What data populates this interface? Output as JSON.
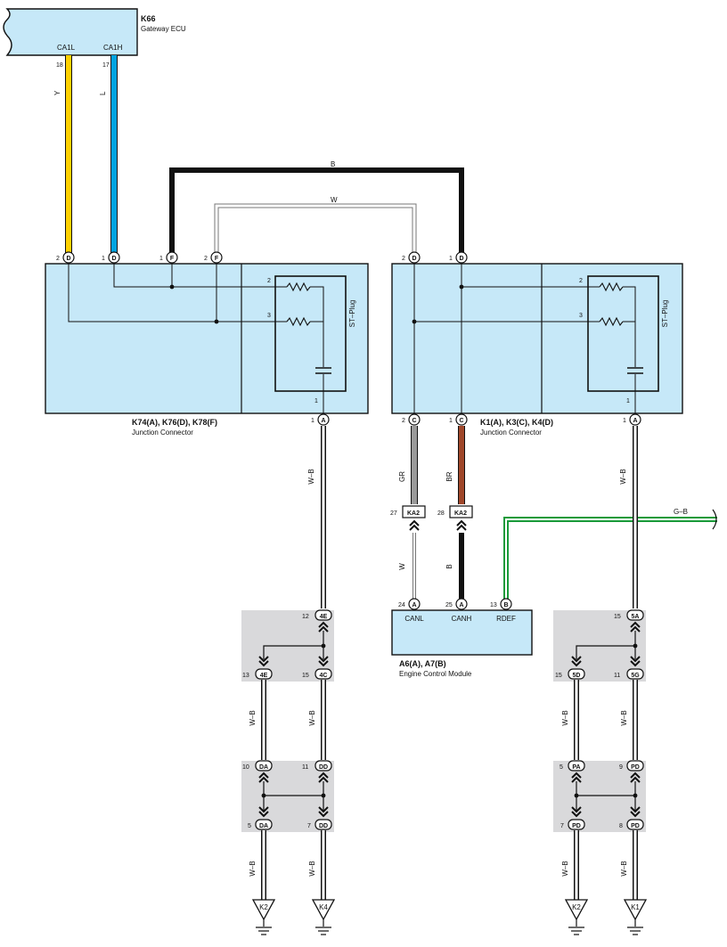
{
  "gateway": {
    "code": "K66",
    "name": "Gateway ECU",
    "pin_ca1l": "CA1L",
    "pin_ca1h": "CA1H",
    "num_l": "18",
    "num_h": "17"
  },
  "wire_colors": {
    "Y": "#ffd200",
    "L": "#00a3e0",
    "B": "#111111",
    "W": "#ffffff",
    "GR": "#9a9a9a",
    "BR": "#a0472a",
    "G": "#1a9a3a"
  },
  "wire_labels": {
    "y": "Y",
    "l": "L",
    "b": "B",
    "w": "W",
    "wb": "W–B",
    "gr": "GR",
    "br": "BR",
    "gb": "G–B"
  },
  "jc_left": {
    "code": "K74(A), K76(D), K78(F)",
    "name": "Junction Connector",
    "st_plug": "ST–Plug",
    "top_pins": [
      {
        "num": "2",
        "letter": "D"
      },
      {
        "num": "1",
        "letter": "D"
      },
      {
        "num": "1",
        "letter": "F"
      },
      {
        "num": "2",
        "letter": "F"
      }
    ],
    "r_nums": [
      "2",
      "3"
    ],
    "cap_num": "1",
    "bottom_pin": {
      "num": "1",
      "letter": "A"
    }
  },
  "jc_right": {
    "code": "K1(A), K3(C), K4(D)",
    "name": "Junction Connector",
    "st_plug": "ST–Plug",
    "top_pins": [
      {
        "num": "2",
        "letter": "D"
      },
      {
        "num": "1",
        "letter": "D"
      }
    ],
    "r_nums": [
      "2",
      "3"
    ],
    "cap_num": "1",
    "bottom_pins": [
      {
        "num": "2",
        "letter": "C"
      },
      {
        "num": "1",
        "letter": "C"
      },
      {
        "num": "1",
        "letter": "A"
      }
    ]
  },
  "ka2": {
    "label": "KA2",
    "num_l": "27",
    "num_h": "28"
  },
  "ecm": {
    "code": "A6(A), A7(B)",
    "name": "Engine Control Module",
    "pins": [
      {
        "num": "24",
        "letter": "A",
        "label": "CANL"
      },
      {
        "num": "25",
        "letter": "A",
        "label": "CANH"
      },
      {
        "num": "13",
        "letter": "B",
        "label": "RDEF"
      }
    ]
  },
  "junctions": {
    "j1_top": {
      "num": "12",
      "letter": "4E"
    },
    "j1_bl": {
      "num": "13",
      "letter": "4E"
    },
    "j1_br": {
      "num": "15",
      "letter": "4C"
    },
    "j2_tl": {
      "num": "10",
      "letter": "DA"
    },
    "j2_tr": {
      "num": "11",
      "letter": "DD"
    },
    "j2_bl": {
      "num": "5",
      "letter": "DA"
    },
    "j2_br": {
      "num": "7",
      "letter": "DD"
    },
    "j3_top": {
      "num": "15",
      "letter": "5A"
    },
    "j3_bl": {
      "num": "15",
      "letter": "5D"
    },
    "j3_br": {
      "num": "11",
      "letter": "5G"
    },
    "j4_tl": {
      "num": "5",
      "letter": "PA"
    },
    "j4_tr": {
      "num": "9",
      "letter": "PD"
    },
    "j4_bl": {
      "num": "7",
      "letter": "PD"
    },
    "j4_br": {
      "num": "8",
      "letter": "PD"
    }
  },
  "grounds": [
    "K2",
    "K4",
    "K2",
    "K1"
  ]
}
